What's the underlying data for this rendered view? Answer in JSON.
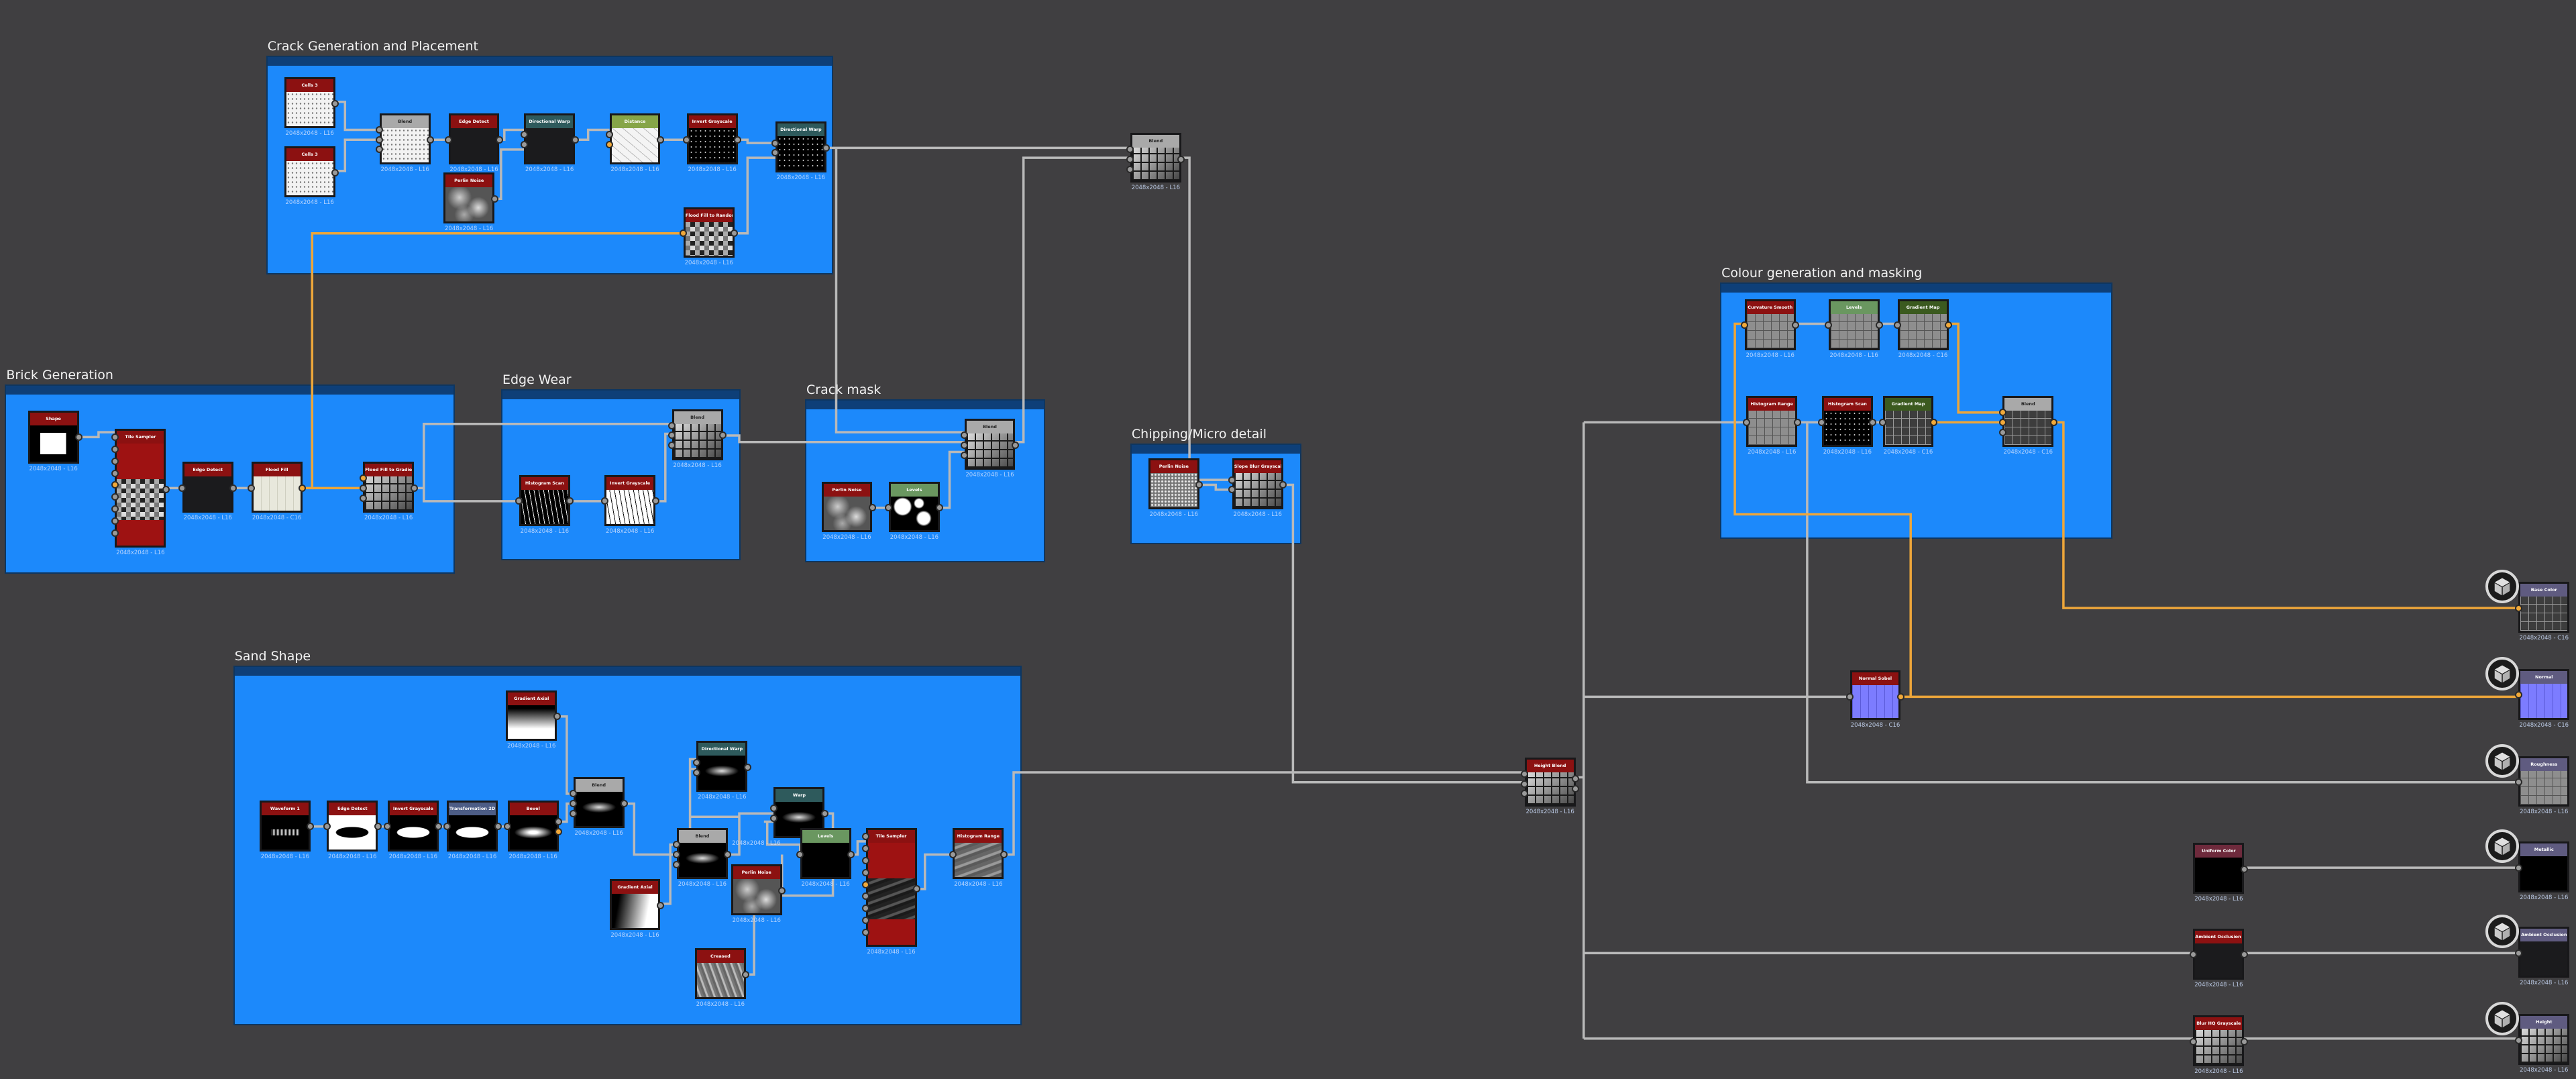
{
  "frames": [
    {
      "title": "Crack Generation and Placement",
      "nodes": [
        {
          "label": "Cells 3",
          "res": "2048x2048 - L16"
        },
        {
          "label": "Cells 3",
          "res": "2048x2048 - L16"
        },
        {
          "label": "Blend",
          "res": "2048x2048 - L16"
        },
        {
          "label": "Edge Detect",
          "res": "2048x2048 - L16"
        },
        {
          "label": "Directional Warp",
          "res": "2048x2048 - L16"
        },
        {
          "label": "Distance",
          "res": "2048x2048 - L16"
        },
        {
          "label": "Invert Grayscale",
          "res": "2048x2048 - L16"
        },
        {
          "label": "Directional Warp",
          "res": "2048x2048 - L16"
        },
        {
          "label": "Perlin Noise",
          "res": "2048x2048 - L16"
        },
        {
          "label": "Flood Fill to Random Gr...",
          "res": "2048x2048 - L16"
        }
      ]
    },
    {
      "title": "Brick Generation",
      "nodes": [
        {
          "label": "Shape",
          "res": "2048x2048 - L16"
        },
        {
          "label": "Tile Sampler",
          "res": "2048x2048 - L16"
        },
        {
          "label": "Edge Detect",
          "res": "2048x2048 - L16"
        },
        {
          "label": "Flood Fill",
          "res": "2048x2048 - C16"
        },
        {
          "label": "Flood Fill to Gradient",
          "res": "2048x2048 - L16"
        }
      ]
    },
    {
      "title": "Edge Wear",
      "nodes": [
        {
          "label": "Blend",
          "res": "2048x2048 - L16"
        },
        {
          "label": "Histogram Scan",
          "res": "2048x2048 - L16"
        },
        {
          "label": "Invert Grayscale",
          "res": "2048x2048 - L16"
        }
      ]
    },
    {
      "title": "Crack mask",
      "nodes": [
        {
          "label": "Blend",
          "res": "2048x2048 - L16"
        },
        {
          "label": "Perlin Noise",
          "res": "2048x2048 - L16"
        },
        {
          "label": "Levels",
          "res": "2048x2048 - L16"
        }
      ]
    },
    {
      "title": "Chipping/Micro detail",
      "nodes": [
        {
          "label": "Perlin Noise",
          "res": "2048x2048 - L16"
        },
        {
          "label": "Slope Blur Grayscale",
          "res": "2048x2048 - L16"
        }
      ]
    },
    {
      "title": "Colour generation and masking",
      "nodes": [
        {
          "label": "Curvature Smooth",
          "res": "2048x2048 - L16"
        },
        {
          "label": "Levels",
          "res": "2048x2048 - L16"
        },
        {
          "label": "Gradient Map",
          "res": "2048x2048 - C16"
        },
        {
          "label": "Histogram Range",
          "res": "2048x2048 - L16"
        },
        {
          "label": "Histogram Scan",
          "res": "2048x2048 - L16"
        },
        {
          "label": "Gradient Map",
          "res": "2048x2048 - C16"
        },
        {
          "label": "Blend",
          "res": "2048x2048 - C16"
        }
      ]
    },
    {
      "title": "Sand Shape",
      "nodes": [
        {
          "label": "Gradient Axial",
          "res": "2048x2048 - L16"
        },
        {
          "label": "Waveform 1",
          "res": "2048x2048 - L16"
        },
        {
          "label": "Edge Detect",
          "res": "2048x2048 - L16"
        },
        {
          "label": "Invert Grayscale",
          "res": "2048x2048 - L16"
        },
        {
          "label": "Transformation 2D",
          "res": "2048x2048 - L16"
        },
        {
          "label": "Bevel",
          "res": "2048x2048 - L16"
        },
        {
          "label": "Blend",
          "res": "2048x2048 - L16"
        },
        {
          "label": "Directional Warp",
          "res": "2048x2048 - L16"
        },
        {
          "label": "Warp",
          "res": "2048x2048 - L16"
        },
        {
          "label": "Blend",
          "res": "2048x2048 - L16"
        },
        {
          "label": "Levels",
          "res": "2048x2048 - L16"
        },
        {
          "label": "Gradient Axial",
          "res": "2048x2048 - L16"
        },
        {
          "label": "Perlin Noise",
          "res": "2048x2048 - L16"
        },
        {
          "label": "Tile Sampler",
          "res": "2048x2048 - L16"
        },
        {
          "label": "Histogram Range",
          "res": "2048x2048 - L16"
        },
        {
          "label": "Creased",
          "res": "2048x2048 - L16"
        }
      ]
    }
  ],
  "standalone": [
    {
      "label": "Blend",
      "res": "2048x2048 - L16"
    },
    {
      "label": "Height Blend",
      "res": "2048x2048 - L16"
    },
    {
      "label": "Normal Sobel",
      "res": "2048x2048 - C16"
    },
    {
      "label": "Uniform Color",
      "res": "2048x2048 - L16"
    },
    {
      "label": "Ambient Occlusion (HB...",
      "res": "2048x2048 - L16"
    },
    {
      "label": "Blur HQ Grayscale",
      "res": "2048x2048 - L16"
    }
  ],
  "outputs": [
    {
      "label": "Base Color",
      "res": "2048x2048 - C16",
      "icon": "output-cube-icon"
    },
    {
      "label": "Normal",
      "res": "2048x2048 - C16",
      "icon": "output-cube-icon"
    },
    {
      "label": "Roughness",
      "res": "2048x2048 - L16",
      "icon": "output-cube-icon"
    },
    {
      "label": "Metallic",
      "res": "2048x2048 - L16",
      "icon": "output-cube-icon"
    },
    {
      "label": "Ambient Occlusion",
      "res": "2048x2048 - L16",
      "icon": "output-cube-icon"
    },
    {
      "label": "Height",
      "res": "2048x2048 - L16",
      "icon": "output-cube-icon"
    }
  ],
  "colors": {
    "canvas": "#403f41",
    "frame": "#1c89fb",
    "frame_header": "#0e3f78",
    "wire_gray": "#b9b9b9",
    "wire_orange": "#eda63a",
    "node_header_red": "#8c1111"
  }
}
